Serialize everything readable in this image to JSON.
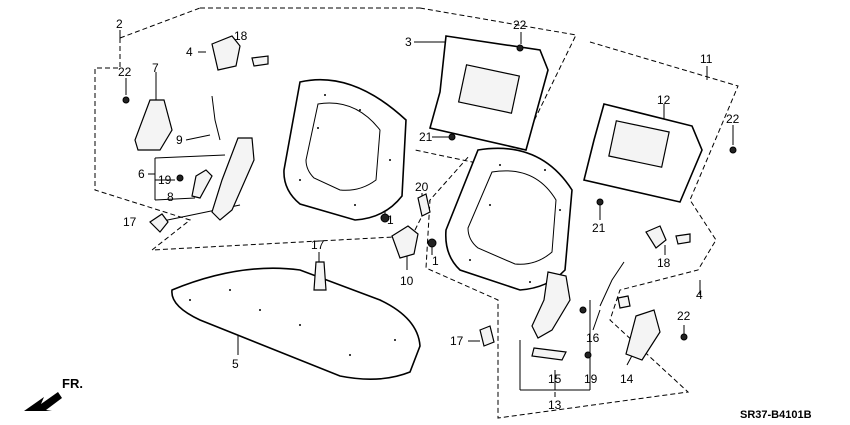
{
  "callouts": [
    {
      "id": "c2a",
      "text": "2"
    },
    {
      "id": "c4a",
      "text": "4"
    },
    {
      "id": "c18a",
      "text": "18"
    },
    {
      "id": "c22a",
      "text": "22"
    },
    {
      "id": "c7",
      "text": "7"
    },
    {
      "id": "c9",
      "text": "9"
    },
    {
      "id": "c6",
      "text": "6"
    },
    {
      "id": "c19a",
      "text": "19"
    },
    {
      "id": "c8",
      "text": "8"
    },
    {
      "id": "c17a",
      "text": "17"
    },
    {
      "id": "c3",
      "text": "3"
    },
    {
      "id": "c22b",
      "text": "22"
    },
    {
      "id": "c21a",
      "text": "21"
    },
    {
      "id": "c1a",
      "text": "1"
    },
    {
      "id": "c20",
      "text": "20"
    },
    {
      "id": "c17b",
      "text": "17"
    },
    {
      "id": "c10",
      "text": "10"
    },
    {
      "id": "c1b",
      "text": "1"
    },
    {
      "id": "c5",
      "text": "5"
    },
    {
      "id": "c11",
      "text": "11"
    },
    {
      "id": "c12",
      "text": "12"
    },
    {
      "id": "c22c",
      "text": "22"
    },
    {
      "id": "c21b",
      "text": "21"
    },
    {
      "id": "c18b",
      "text": "18"
    },
    {
      "id": "c4b",
      "text": "4"
    },
    {
      "id": "c16",
      "text": "16"
    },
    {
      "id": "c22d",
      "text": "22"
    },
    {
      "id": "c17c",
      "text": "17"
    },
    {
      "id": "c15",
      "text": "15"
    },
    {
      "id": "c19b",
      "text": "19"
    },
    {
      "id": "c14",
      "text": "14"
    },
    {
      "id": "c13",
      "text": "13"
    }
  ],
  "diagram_code": "SR37-B4101B",
  "direction_label": "FR."
}
